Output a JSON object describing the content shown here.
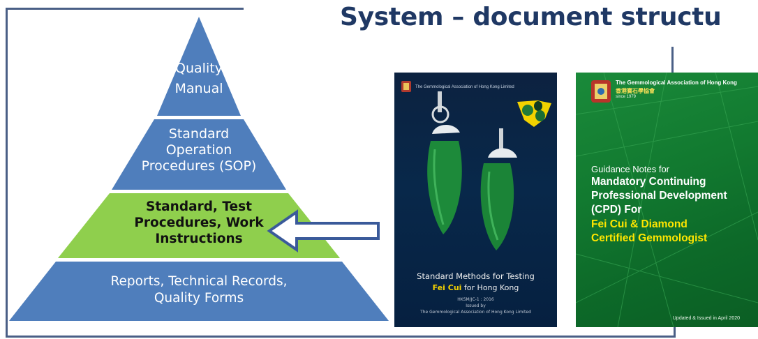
{
  "title": "System – document structu",
  "pyramid": {
    "tier1": [
      "Quality",
      "Manual"
    ],
    "tier2": [
      "Standard",
      "Operation",
      "Procedures (SOP)"
    ],
    "tier3": [
      "Standard, Test",
      "Procedures, Work",
      "Instructions"
    ],
    "tier4": [
      "Reports, Technical Records,",
      "Quality Forms"
    ]
  },
  "colors": {
    "tier_blue": "#4f7ebc",
    "tier_green": "#8fcf4d",
    "title": "#1f3864",
    "frame": "#4a5f86",
    "arrow_stroke": "#3a5a9a"
  },
  "cover1": {
    "header": "The Gemmological Association of Hong Kong Limited",
    "title_line1": "Standard Methods for Testing",
    "title_bold": "Fei Cui",
    "title_rest": " for Hong Kong",
    "code": "HKSM/JC-1 : 2016",
    "issued_by": "Issued by",
    "publisher": "The Gemmological Association of Hong Kong Limited"
  },
  "cover2": {
    "org_en": "The Gemmological Association of Hong Kong",
    "org_zh": "香港寶石學協會",
    "since": "since 1979",
    "line1": "Guidance Notes for",
    "line2": "Mandatory Continuing",
    "line3": "Professional Development",
    "line4": "(CPD) For",
    "line5": "Fei Cui & Diamond",
    "line6": "Certified Gemmologist",
    "footer": "Updated & Issued in April 2020"
  }
}
